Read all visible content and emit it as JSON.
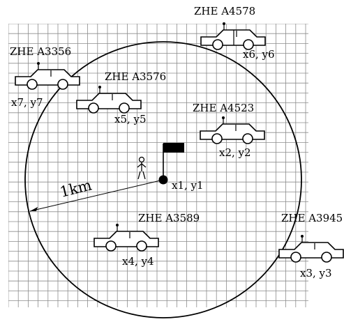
{
  "colors": {
    "ink": "#000000",
    "grid": "#8c8c8c",
    "background": "#ffffff"
  },
  "center": {
    "label": "x1, y1",
    "icon": "flag-icon"
  },
  "radius": {
    "label": "1km"
  },
  "person": {
    "icon": "person-icon"
  },
  "cars": [
    {
      "id": "ZHE A4578",
      "label": "ZHE A4578",
      "coords": "x6, y6"
    },
    {
      "id": "ZHE A3356",
      "label": "ZHE A3356",
      "coords": "x7, y7"
    },
    {
      "id": "ZHE A3576",
      "label": "ZHE A3576",
      "coords": "x5, y5"
    },
    {
      "id": "ZHE A4523",
      "label": "ZHE A4523",
      "coords": "x2, y2"
    },
    {
      "id": "ZHE A3589",
      "label": "ZHE A3589",
      "coords": "x4, y4"
    },
    {
      "id": "ZHE A3945",
      "label": "ZHE A3945",
      "coords": "x3, y3"
    }
  ]
}
